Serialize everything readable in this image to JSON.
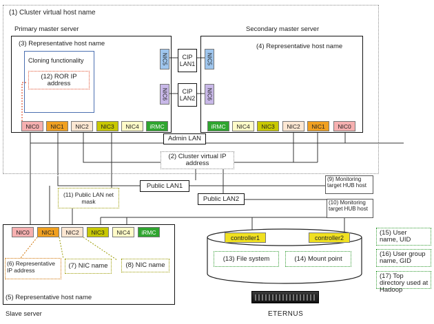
{
  "colors": {
    "nic0": "#f6b0b0",
    "nic1": "#f0a020",
    "nic2": "#fde7d2",
    "nic3": "#c8c800",
    "nic4": "#fffbc8",
    "irmc": "#2fa52f",
    "nic56": "#9fc6ee",
    "nic6": "#c8b8e8",
    "controller": "#f0e020"
  },
  "labels": {
    "cluster_virtual_host": "(1) Cluster virtual host name",
    "primary_master": "Primary master server",
    "secondary_master": "Secondary master server",
    "rep_host_3": "(3) Representative host name",
    "rep_host_4": "(4) Representative host name",
    "cloning": "Cloning functionality",
    "ror_ip": "(12) ROR IP address",
    "cip_lan1": "CIP LAN1",
    "cip_lan2": "CIP LAN2",
    "admin_lan": "Admin LAN",
    "cluster_virtual_ip": "(2) Cluster virtual IP address",
    "public_lan1": "Public LAN1",
    "public_lan2": "Public LAN2",
    "public_lan_netmask": "(11) Public LAN net mask",
    "monitoring_hub_9": "(9) Monitoring target HUB host",
    "monitoring_hub_10": "(10) Monitoring target HUB host",
    "controller1": "controller1",
    "controller2": "controller2",
    "file_system": "(13) File system",
    "mount_point": "(14) Mount point",
    "user_name": "(15) User name, UID",
    "user_group": "(16) User group name, GID",
    "top_directory": "(17) Top directory used at Hadoop",
    "rep_ip_6": "(6) Representative IP address",
    "nic_name_7": "(7) NIC name",
    "nic_name_8": "(8) NIC name",
    "rep_host_5": "(5) Representative host name",
    "slave_server": "Slave server",
    "eternus": "ETERNUS"
  },
  "nics": {
    "nic0": "NIC0",
    "nic1": "NIC1",
    "nic2": "NIC2",
    "nic3": "NIC3",
    "nic4": "NIC4",
    "irmc": "iRMC",
    "nic5": "NIC5",
    "nic6": "NIC6"
  }
}
